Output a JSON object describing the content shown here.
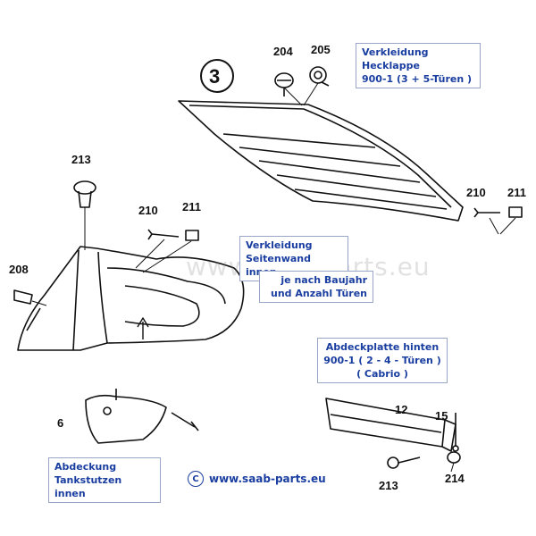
{
  "callouts": {
    "n3": "3",
    "n204": "204",
    "n205": "205",
    "n210a": "210",
    "n211a": "211",
    "n213a": "213",
    "n210b": "210",
    "n211b": "211",
    "n208": "208",
    "n6": "6",
    "n12": "12",
    "n15": "15",
    "n213b": "213",
    "n214": "214"
  },
  "labels": {
    "hecklappe": [
      "Verkleidung",
      "Hecklappe",
      "900-1 (3 + 5-Türen )"
    ],
    "seitenwand": [
      "Verkleidung",
      "Seitenwand innen"
    ],
    "baujahr": [
      "je nach Baujahr",
      "und Anzahl Türen"
    ],
    "abdeckplatte": [
      "Abdeckplatte hinten",
      "900-1  ( 2 - 4 - Türen )",
      "( Cabrio  )"
    ],
    "tankstutzen": [
      "Abdeckung",
      "Tankstutzen innen"
    ]
  },
  "watermark": "www.saabparts.eu",
  "copyright": {
    "symbol": "C",
    "url": "www.saab-parts.eu"
  },
  "colors": {
    "label_text": "#1a3ea0",
    "label_border": "#9aa6c8",
    "line": "#111111"
  }
}
